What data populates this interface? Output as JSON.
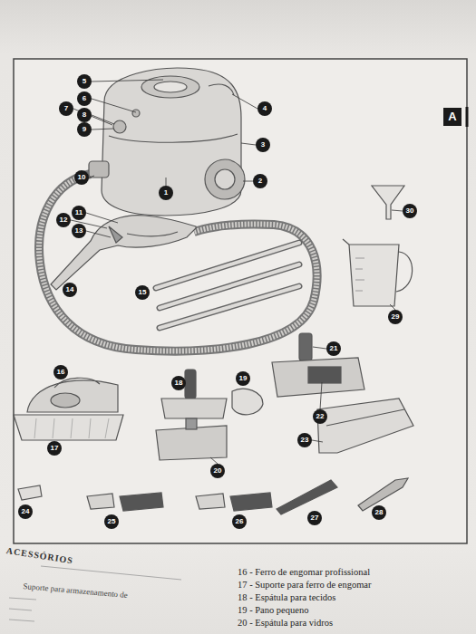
{
  "diagram": {
    "labels": [
      "A",
      "5",
      "6",
      "4",
      "7",
      "8",
      "9",
      "3",
      "10",
      "2",
      "1",
      "30",
      "11",
      "12",
      "13",
      "14",
      "15",
      "29",
      "21",
      "16",
      "18",
      "19",
      "22",
      "23",
      "17",
      "20",
      "24",
      "28",
      "27",
      "25",
      "26",
      "ACESSÓRIOS",
      "Suporte para armazenamento de",
      "16 - Ferro de engomar profissional",
      "17 - Suporte para ferro de engomar",
      "18 - Espátula para tecidos",
      "19 - Pano pequeno",
      "20 - Espátula para vidros"
    ]
  }
}
